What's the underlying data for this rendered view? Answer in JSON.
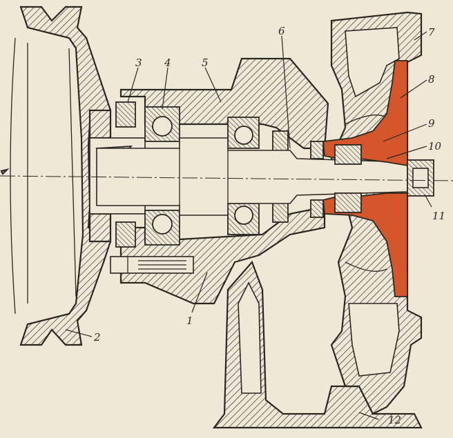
{
  "colors": {
    "paper": "#efe8d6",
    "ink": "#2a2622",
    "impeller": "#d4562b"
  },
  "callouts": [
    {
      "id": "1",
      "text": "1"
    },
    {
      "id": "2",
      "text": "2"
    },
    {
      "id": "3",
      "text": "3"
    },
    {
      "id": "4",
      "text": "4"
    },
    {
      "id": "5",
      "text": "5"
    },
    {
      "id": "6",
      "text": "6"
    },
    {
      "id": "7",
      "text": "7"
    },
    {
      "id": "8",
      "text": "8"
    },
    {
      "id": "9",
      "text": "9"
    },
    {
      "id": "10",
      "text": "10"
    },
    {
      "id": "11",
      "text": "11"
    },
    {
      "id": "12",
      "text": "12"
    }
  ]
}
